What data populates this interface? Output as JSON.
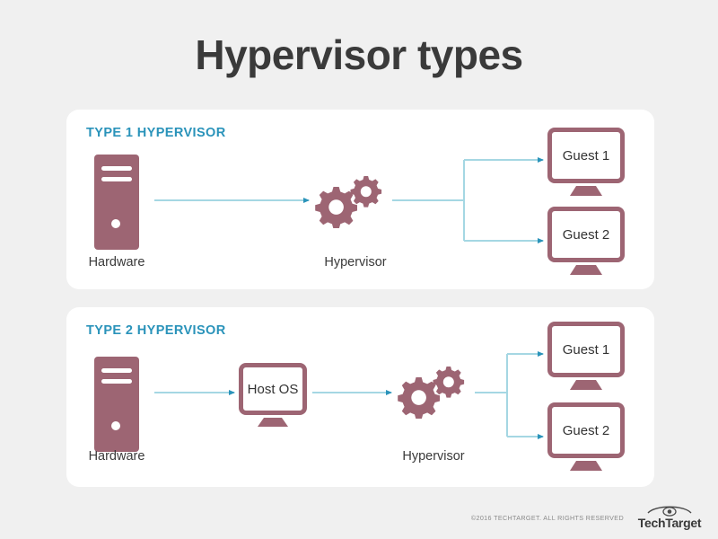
{
  "page": {
    "title": "Hypervisor types",
    "background_color": "#f0f0f0",
    "accent_teal": "#2a93ba",
    "accent_mauve": "#9d6573",
    "wire_color": "#a5d7e3",
    "arrow_color": "#2a93ba",
    "text_color": "#3a3a3a"
  },
  "sections": [
    {
      "heading": "TYPE 1 HYPERVISOR",
      "nodes": {
        "hardware_label": "Hardware",
        "hypervisor_label": "Hypervisor",
        "guest1_label": "Guest 1",
        "guest2_label": "Guest 2"
      }
    },
    {
      "heading": "TYPE 2 HYPERVISOR",
      "nodes": {
        "hardware_label": "Hardware",
        "host_os_label": "Host OS",
        "hypervisor_label": "Hypervisor",
        "guest1_label": "Guest 1",
        "guest2_label": "Guest 2"
      }
    }
  ],
  "footer": {
    "copyright": "©2016 TECHTARGET. ALL RIGHTS RESERVED",
    "logo_word": "TechTarget"
  }
}
